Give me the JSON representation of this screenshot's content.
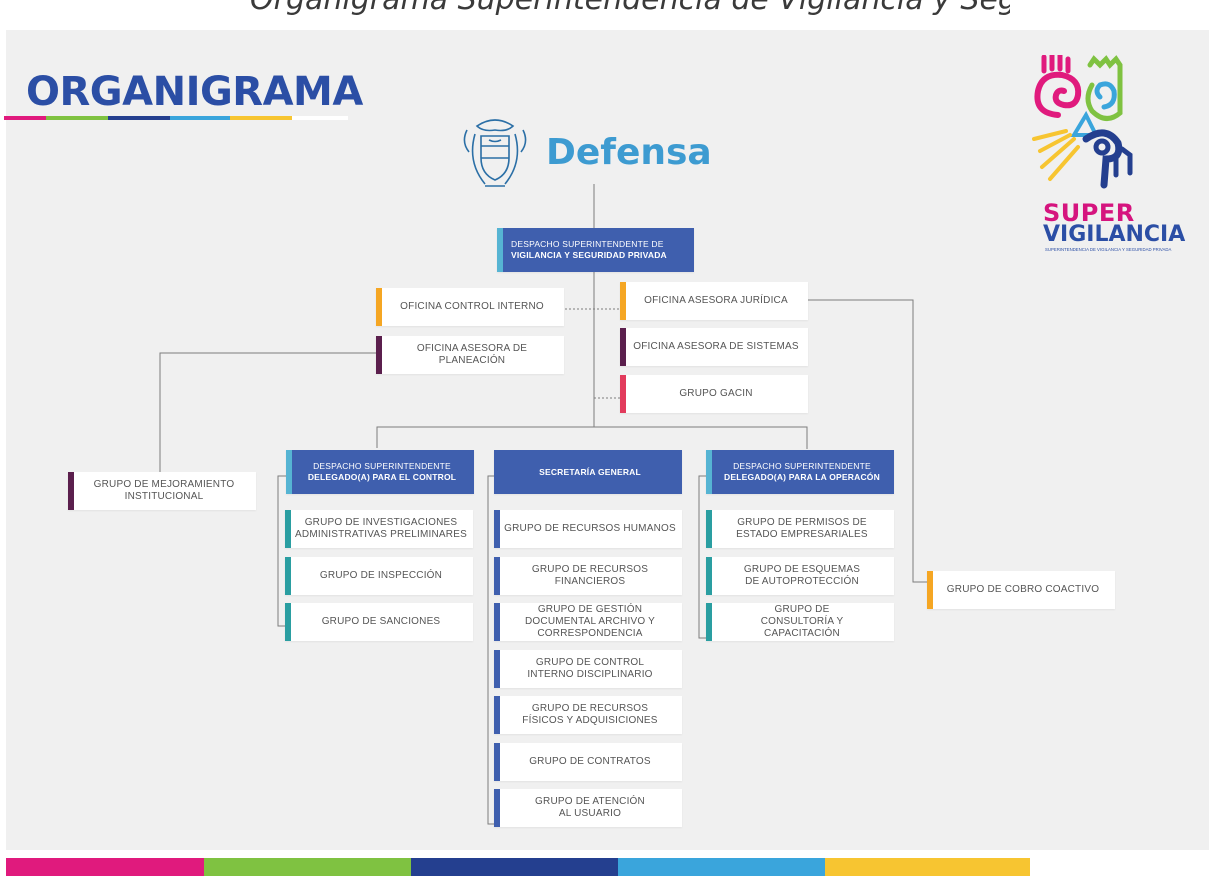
{
  "header": {
    "top_caption": "Organigrama Superintendencia de Vigilancia y Seguridad Privada",
    "title": "ORGANIGRAMA",
    "ministry": "Defensa"
  },
  "brand_logo": {
    "word1": "SUPER",
    "word2": "VIGILANCIA",
    "subtitle": "SUPERINTENDENCIA DE VIGILANCIA Y SEGURIDAD PRIVADA"
  },
  "colors": {
    "title_blue": "#2b4ea5",
    "head_box": "#3f5fae",
    "teal": "#2a9ea1",
    "orange": "#f5a623",
    "purple": "#5b1f4d",
    "red": "#e23b5c",
    "navy_bar": "#3f5fae",
    "bottom_stripes": [
      "#e01a7d",
      "#7fc241",
      "#243f8f",
      "#3aa5dc",
      "#f7c531"
    ]
  },
  "org": {
    "top": {
      "line1": "DESPACHO SUPERINTENDENTE DE",
      "line2": "VIGILANCIA Y SEGURIDAD PRIVADA"
    },
    "control_interno": "OFICINA CONTROL INTERNO",
    "planeacion": "OFICINA ASESORA DE PLANEACIÓN",
    "juridica": "OFICINA ASESORA JURÍDICA",
    "sistemas": "OFICINA ASESORA DE SISTEMAS",
    "gacin": "GRUPO GACIN",
    "mejoramiento": "GRUPO DE MEJORAMIENTO INSTITUCIONAL",
    "cobro_coactivo": "GRUPO DE COBRO COACTIVO",
    "delegado_control": {
      "line1": "DESPACHO SUPERINTENDENTE",
      "line2": "DELEGADO(A) PARA EL CONTROL",
      "groups": [
        "GRUPO DE INVESTIGACIONES ADMINISTRATIVAS PRELIMINARES",
        "GRUPO DE INSPECCIÓN",
        "GRUPO DE SANCIONES"
      ]
    },
    "secretaria": {
      "label": "SECRETARÍA GENERAL",
      "groups": [
        "GRUPO DE RECURSOS HUMANOS",
        "GRUPO DE RECURSOS FINANCIEROS",
        "GRUPO DE GESTIÓN DOCUMENTAL ARCHIVO Y CORRESPONDENCIA",
        "GRUPO DE CONTROL INTERNO DISCIPLINARIO",
        "GRUPO DE RECURSOS FÍSICOS Y ADQUISICIONES",
        "GRUPO DE CONTRATOS",
        "GRUPO DE ATENCIÓN AL USUARIO"
      ]
    },
    "delegado_operacion": {
      "line1": "DESPACHO SUPERINTENDENTE",
      "line2": "DELEGADO(A) PARA LA OPERACÓN",
      "groups": [
        "GRUPO DE PERMISOS DE ESTADO EMPRESARIALES",
        "GRUPO DE ESQUEMAS DE AUTOPROTECCIÓN",
        "GRUPO DE CONSULTORÍA Y CAPACITACIÓN"
      ]
    }
  }
}
